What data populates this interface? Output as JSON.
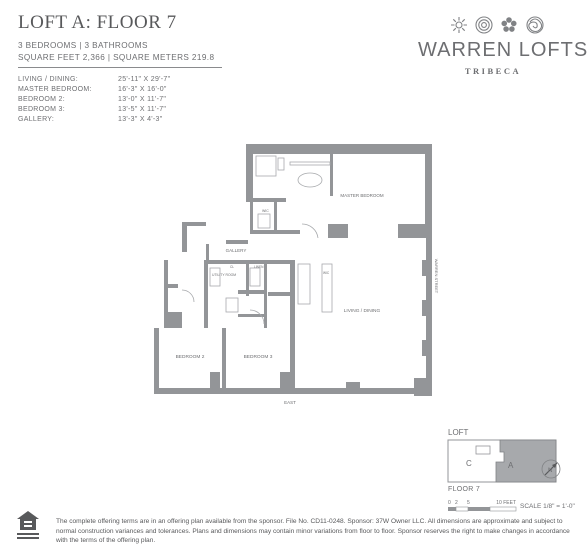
{
  "header": {
    "title": "LOFT A: FLOOR 7",
    "info_line_1": "3 BEDROOMS  |  3 BATHROOMS",
    "info_line_2": "SQUARE FEET 2,366  |  SQUARE METERS 219.8"
  },
  "rooms": [
    {
      "name": "LIVING / DINING:",
      "dims": "25'-11\" X 29'-7\""
    },
    {
      "name": "MASTER BEDROOM:",
      "dims": "16'-3\" X 16'-0\""
    },
    {
      "name": "BEDROOM 2:",
      "dims": "13'-0\" X 11'-7\""
    },
    {
      "name": "BEDROOM 3:",
      "dims": "13'-5\" X 11'-7\""
    },
    {
      "name": "GALLERY:",
      "dims": "13'-3\" X 4'-3\""
    }
  ],
  "brand": {
    "name": "WARREN LOFTS",
    "neighborhood": "TRIBECA",
    "icons": [
      "sunburst-icon",
      "target-icon",
      "flower-icon",
      "rose-icon"
    ]
  },
  "plan_labels": {
    "master_bedroom": "MASTER BEDROOM",
    "wic": "WIC",
    "gallery": "GALLERY",
    "warren_street": "WARREN STREET",
    "utility_room": "UTILITY ROOM",
    "linen": "LINEN",
    "cl": "CL",
    "living_dining": "LIVING / DINING",
    "bedroom_2": "BEDROOM 2",
    "bedroom_3": "BEDROOM 3",
    "east": "EAST"
  },
  "key_plan": {
    "label": "LOFT",
    "unit_c": "C",
    "unit_a": "A",
    "floor": "FLOOR 7",
    "compass": "N"
  },
  "scale": {
    "ticks": [
      "0",
      "2",
      "5"
    ],
    "end_label": "10 FEET",
    "label": "SCALE 1/8\" = 1'-0\""
  },
  "footer": {
    "disclaimer": "The complete offering terms are in an offering plan available from the sponsor. File No. CD11-0248. Sponsor: 37W Owner LLC. All dimensions are approximate and subject to normal construction variances and tolerances. Plans and dimensions may contain minor variations from floor to floor. Sponsor reserves the right to make changes in accordance with the terms of the offering plan."
  },
  "colors": {
    "wall": "#939598",
    "text": "#6d6e71",
    "key_highlight": "#a7a9ac"
  }
}
